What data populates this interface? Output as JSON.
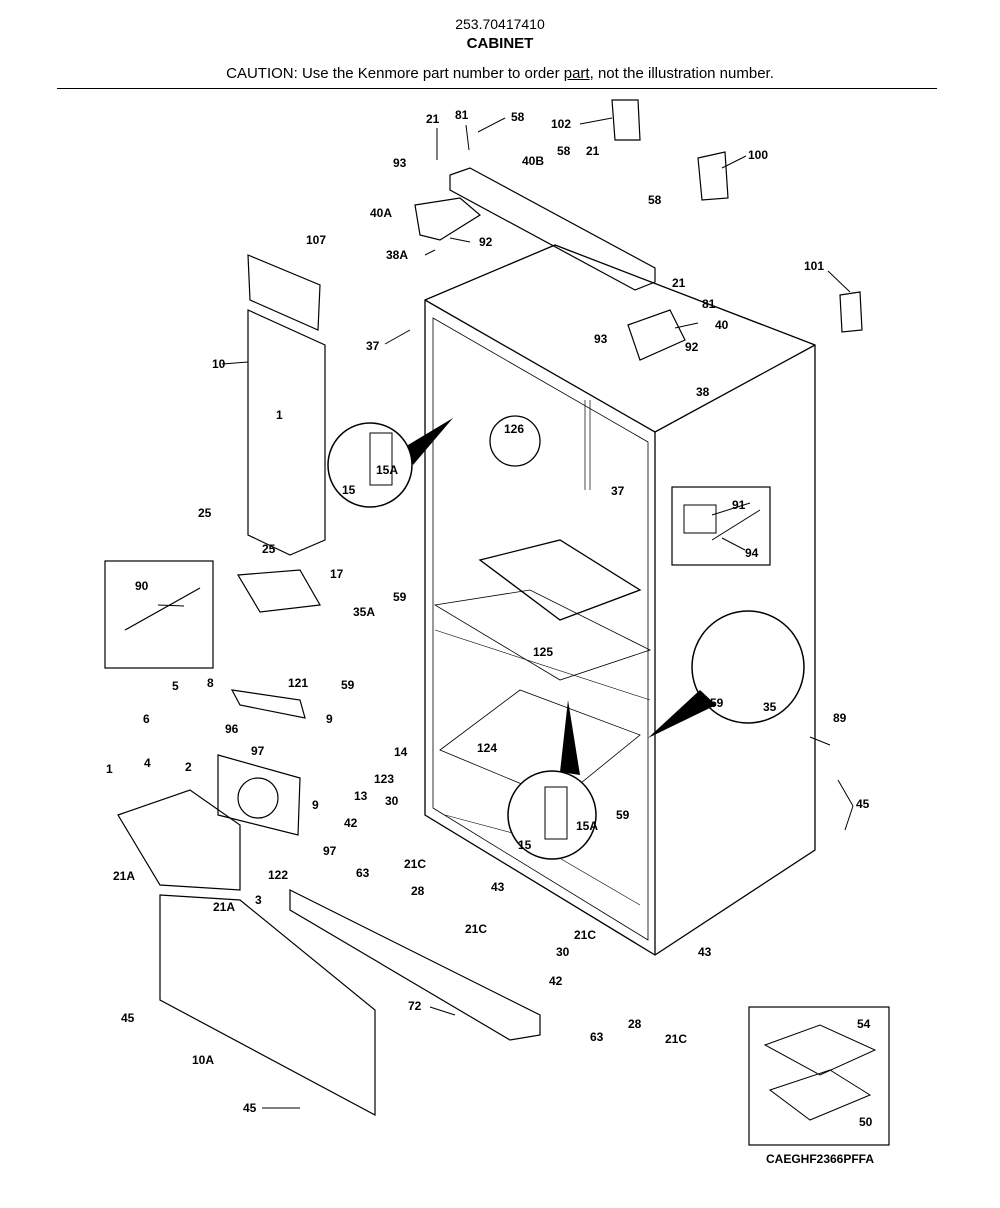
{
  "header": {
    "model_number": "253.70417410",
    "section_title": "CABINET",
    "caution_before": "CAUTION: Use the Kenmore part number to order ",
    "caution_link": "part",
    "caution_after": ", not the illustration number."
  },
  "callouts": [
    {
      "id": "c-21a",
      "label": "21"
    },
    {
      "id": "c-81a",
      "label": "81"
    },
    {
      "id": "c-58a",
      "label": "58"
    },
    {
      "id": "c-102",
      "label": "102"
    },
    {
      "id": "c-58b",
      "label": "58"
    },
    {
      "id": "c-21b",
      "label": "21"
    },
    {
      "id": "c-40b",
      "label": "40B"
    },
    {
      "id": "c-100",
      "label": "100"
    },
    {
      "id": "c-93a",
      "label": "93"
    },
    {
      "id": "c-58c",
      "label": "58"
    },
    {
      "id": "c-40a",
      "label": "40A"
    },
    {
      "id": "c-92a",
      "label": "92"
    },
    {
      "id": "c-107",
      "label": "107"
    },
    {
      "id": "c-38a",
      "label": "38A"
    },
    {
      "id": "c-101",
      "label": "101"
    },
    {
      "id": "c-21c",
      "label": "21"
    },
    {
      "id": "c-81b",
      "label": "81"
    },
    {
      "id": "c-10",
      "label": "10"
    },
    {
      "id": "c-37a",
      "label": "37"
    },
    {
      "id": "c-93b",
      "label": "93"
    },
    {
      "id": "c-40",
      "label": "40"
    },
    {
      "id": "c-92b",
      "label": "92"
    },
    {
      "id": "c-38",
      "label": "38"
    },
    {
      "id": "c-1a",
      "label": "1"
    },
    {
      "id": "c-126",
      "label": "126"
    },
    {
      "id": "c-15a1",
      "label": "15A"
    },
    {
      "id": "c-15a",
      "label": "15"
    },
    {
      "id": "c-37b",
      "label": "37"
    },
    {
      "id": "c-91",
      "label": "91"
    },
    {
      "id": "c-25a",
      "label": "25"
    },
    {
      "id": "c-25b",
      "label": "25"
    },
    {
      "id": "c-94",
      "label": "94"
    },
    {
      "id": "c-17",
      "label": "17"
    },
    {
      "id": "c-90",
      "label": "90"
    },
    {
      "id": "c-35a",
      "label": "35A"
    },
    {
      "id": "c-59a",
      "label": "59"
    },
    {
      "id": "c-125",
      "label": "125"
    },
    {
      "id": "c-59b",
      "label": "59"
    },
    {
      "id": "c-5",
      "label": "5"
    },
    {
      "id": "c-8",
      "label": "8"
    },
    {
      "id": "c-121",
      "label": "121"
    },
    {
      "id": "c-59c",
      "label": "59"
    },
    {
      "id": "c-35",
      "label": "35"
    },
    {
      "id": "c-6",
      "label": "6"
    },
    {
      "id": "c-96",
      "label": "96"
    },
    {
      "id": "c-9a",
      "label": "9"
    },
    {
      "id": "c-97a",
      "label": "97"
    },
    {
      "id": "c-14",
      "label": "14"
    },
    {
      "id": "c-124",
      "label": "124"
    },
    {
      "id": "c-89",
      "label": "89"
    },
    {
      "id": "c-1b",
      "label": "1"
    },
    {
      "id": "c-4",
      "label": "4"
    },
    {
      "id": "c-2",
      "label": "2"
    },
    {
      "id": "c-13",
      "label": "13"
    },
    {
      "id": "c-123",
      "label": "123"
    },
    {
      "id": "c-9b",
      "label": "9"
    },
    {
      "id": "c-30a",
      "label": "30"
    },
    {
      "id": "c-45a",
      "label": "45"
    },
    {
      "id": "c-42a",
      "label": "42"
    },
    {
      "id": "c-97b",
      "label": "97"
    },
    {
      "id": "c-59d",
      "label": "59"
    },
    {
      "id": "c-15a2",
      "label": "15A"
    },
    {
      "id": "c-15b",
      "label": "15"
    },
    {
      "id": "c-21cc",
      "label": "21C"
    },
    {
      "id": "c-63a",
      "label": "63"
    },
    {
      "id": "c-28a",
      "label": "28"
    },
    {
      "id": "c-43a",
      "label": "43"
    },
    {
      "id": "c-122",
      "label": "122"
    },
    {
      "id": "c-21a1",
      "label": "21A"
    },
    {
      "id": "c-3",
      "label": "3"
    },
    {
      "id": "c-21a2",
      "label": "21A"
    },
    {
      "id": "c-21cd",
      "label": "21C"
    },
    {
      "id": "c-21ce",
      "label": "21C"
    },
    {
      "id": "c-30b",
      "label": "30"
    },
    {
      "id": "c-43b",
      "label": "43"
    },
    {
      "id": "c-42b",
      "label": "42"
    },
    {
      "id": "c-45b",
      "label": "45"
    },
    {
      "id": "c-72",
      "label": "72"
    },
    {
      "id": "c-28b",
      "label": "28"
    },
    {
      "id": "c-63b",
      "label": "63"
    },
    {
      "id": "c-21cf",
      "label": "21C"
    },
    {
      "id": "c-54",
      "label": "54"
    },
    {
      "id": "c-10a",
      "label": "10A"
    },
    {
      "id": "c-50",
      "label": "50"
    },
    {
      "id": "c-45c",
      "label": "45"
    }
  ],
  "footer": {
    "diagram_code": "CAEGHF2366PFFA"
  }
}
